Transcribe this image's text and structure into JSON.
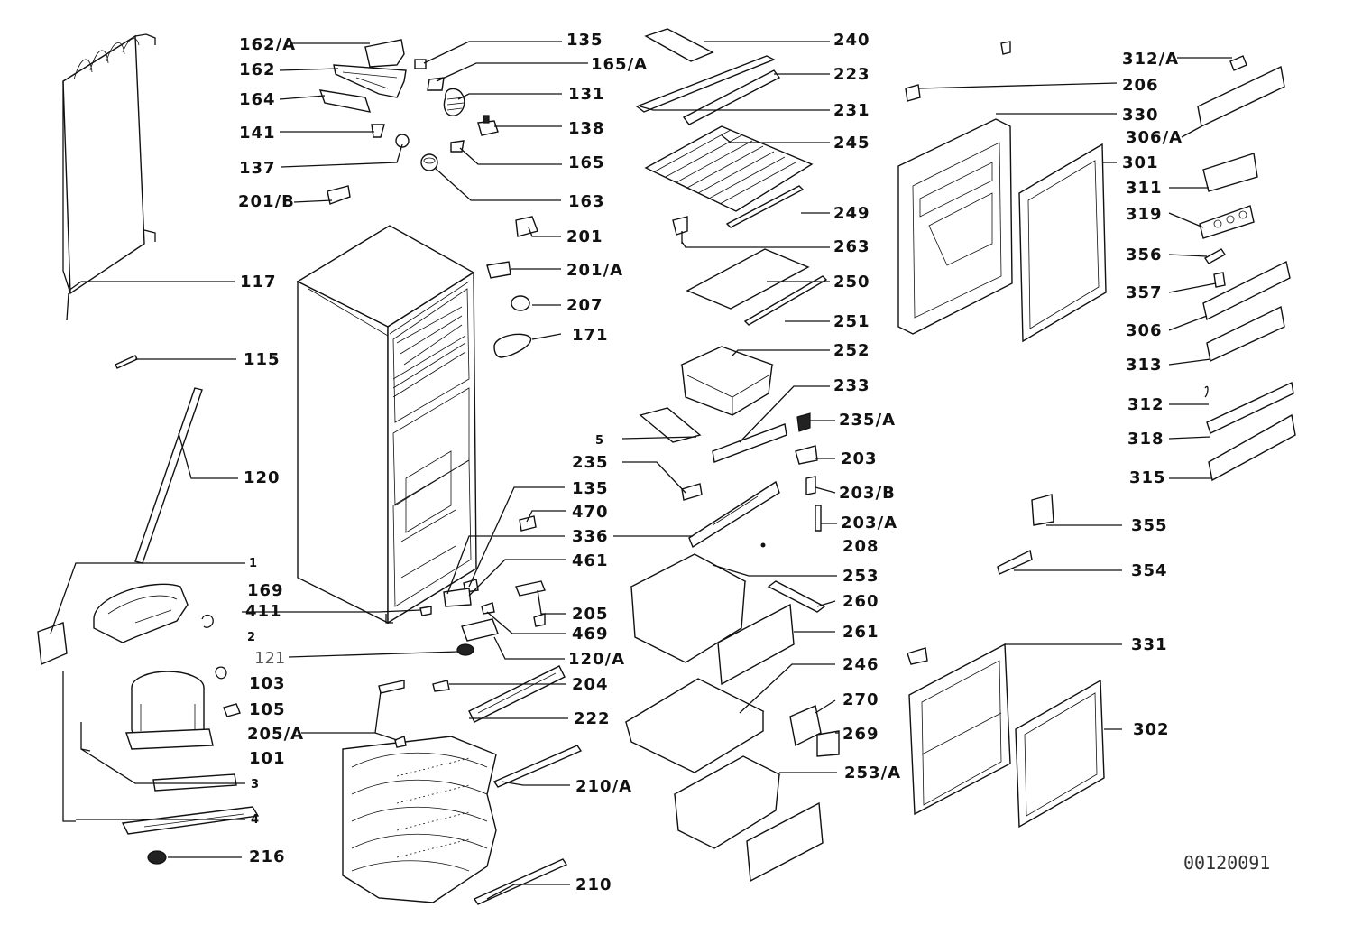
{
  "labels": {
    "l162a": "162/A",
    "l162": "162",
    "l164": "164",
    "l141": "141",
    "l137": "137",
    "l201b": "201/B",
    "l135a": "135",
    "l165a": "165/A",
    "l131": "131",
    "l138": "138",
    "l165": "165",
    "l163": "163",
    "l201": "201",
    "l201a": "201/A",
    "l207": "207",
    "l171": "171",
    "l117": "117",
    "l115": "115",
    "l120": "120",
    "l1": "1",
    "l169": "169",
    "l2": "2",
    "l411": "411",
    "l121": "121",
    "l103": "103",
    "l105": "105",
    "l101": "101",
    "l3": "3",
    "l4": "4",
    "l216": "216",
    "l135b": "135",
    "l470": "470",
    "l336": "336",
    "l461": "461",
    "l205": "205",
    "l469": "469",
    "l120a": "120/A",
    "l204": "204",
    "l205a": "205/A",
    "l222": "222",
    "l210a": "210/A",
    "l210": "210",
    "l240": "240",
    "l223": "223",
    "l231": "231",
    "l245": "245",
    "l249": "249",
    "l263": "263",
    "l250": "250",
    "l251": "251",
    "l252": "252",
    "l233": "233",
    "l235a": "235/A",
    "l5": "5",
    "l203": "203",
    "l235": "235",
    "l203b": "203/B",
    "l203a": "203/A",
    "l208": "208",
    "l253": "253",
    "l260": "260",
    "l261": "261",
    "l246": "246",
    "l270": "270",
    "l269": "269",
    "l253a": "253/A",
    "l312a": "312/A",
    "l206": "206",
    "l330": "330",
    "l306a": "306/A",
    "l301": "301",
    "l311": "311",
    "l319": "319",
    "l356": "356",
    "l357": "357",
    "l306": "306",
    "l313": "313",
    "l312": "312",
    "l318": "318",
    "l315": "315",
    "l355": "355",
    "l354": "354",
    "l331": "331",
    "l302": "302"
  },
  "diagram_code": "00120091"
}
